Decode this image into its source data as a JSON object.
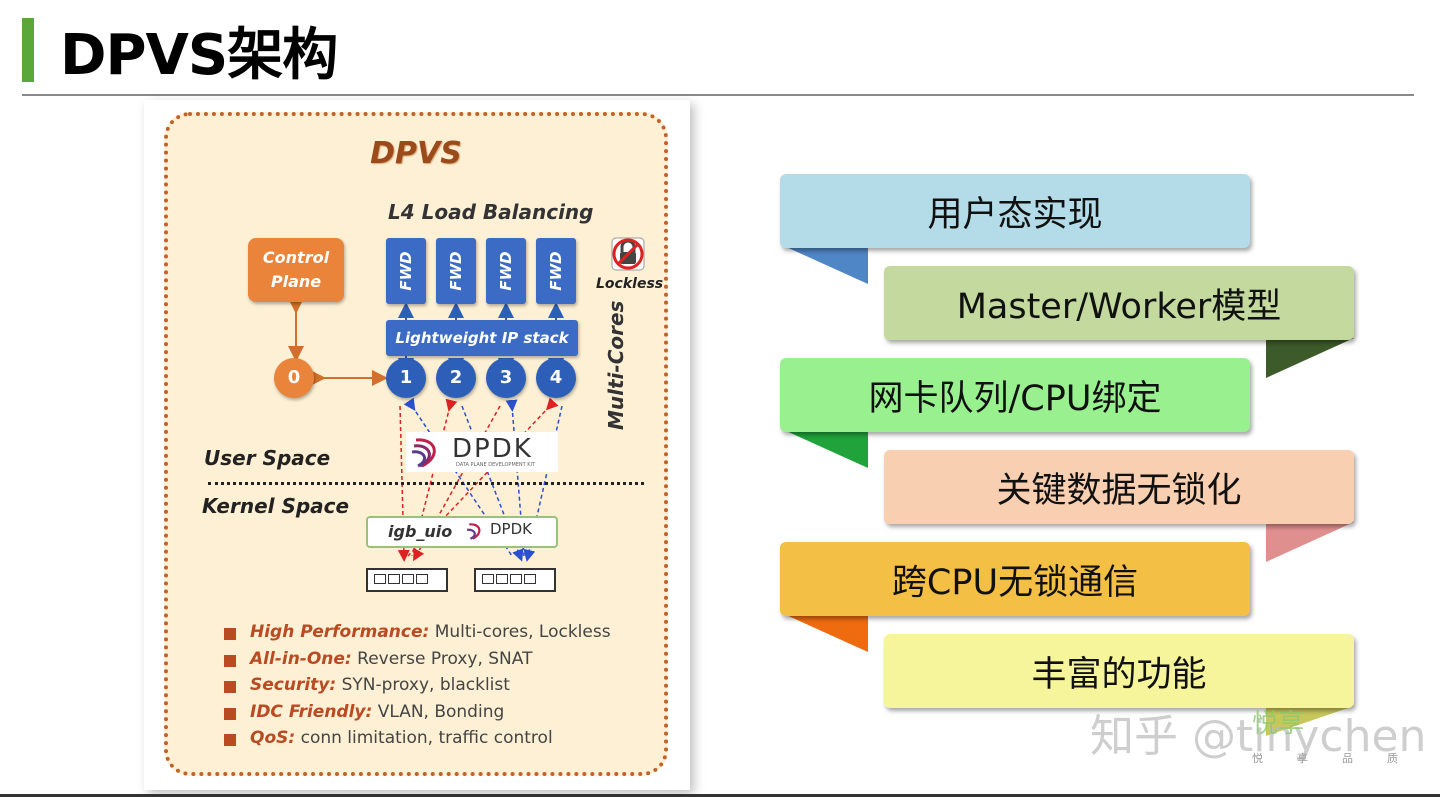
{
  "slide": {
    "title": "DPVS架构"
  },
  "diagram": {
    "title": "DPVS",
    "l4_title": "L4 Load Balancing",
    "control_plane": "Control Plane",
    "fwd_label": "FWD",
    "fwd_count_labels": [
      "FWD",
      "FWD",
      "FWD",
      "FWD"
    ],
    "ip_stack": "Lightweight IP stack",
    "core_zero": "0",
    "cores": [
      "1",
      "2",
      "3",
      "4"
    ],
    "lockless": "Lockless",
    "multi_cores": "Multi-Cores",
    "user_space": "User Space",
    "kernel_space": "Kernel Space",
    "dpdk_logo": "DPDK",
    "dpdk_sub": "DATA PLANE DEVELOPMENT KIT",
    "igb_uio": "igb_uio",
    "igb_dpdk": "DPDK",
    "features": [
      {
        "key": "High Performance:",
        "value": "Multi-cores, Lockless"
      },
      {
        "key": "All-in-One:",
        "value": "Reverse Proxy, SNAT"
      },
      {
        "key": "Security:",
        "value": "SYN-proxy, blacklist"
      },
      {
        "key": "IDC Friendly:",
        "value": "VLAN, Bonding"
      },
      {
        "key": "QoS:",
        "value": "conn limitation, traffic control"
      }
    ]
  },
  "feature_blocks": [
    {
      "label": "用户态实现",
      "color": "#b4dce8",
      "tail_color": "#4f86c6"
    },
    {
      "label": "Master/Worker模型",
      "color": "#c3d99e",
      "tail_color": "#3d5a2a"
    },
    {
      "label": "网卡队列/CPU绑定",
      "color": "#99f08f",
      "tail_color": "#1fa33a"
    },
    {
      "label": "关键数据无锁化",
      "color": "#f8cfb0",
      "tail_color": "#e08f8f"
    },
    {
      "label": "跨CPU无锁通信",
      "color": "#f4bf45",
      "tail_color": "#ef6b10"
    },
    {
      "label": "丰富的功能",
      "color": "#f6f59b",
      "tail_color": "#c8c75a"
    }
  ],
  "watermark": {
    "text": "知乎 @tinychen",
    "brand": "悦享",
    "sub": "悦享品质"
  }
}
